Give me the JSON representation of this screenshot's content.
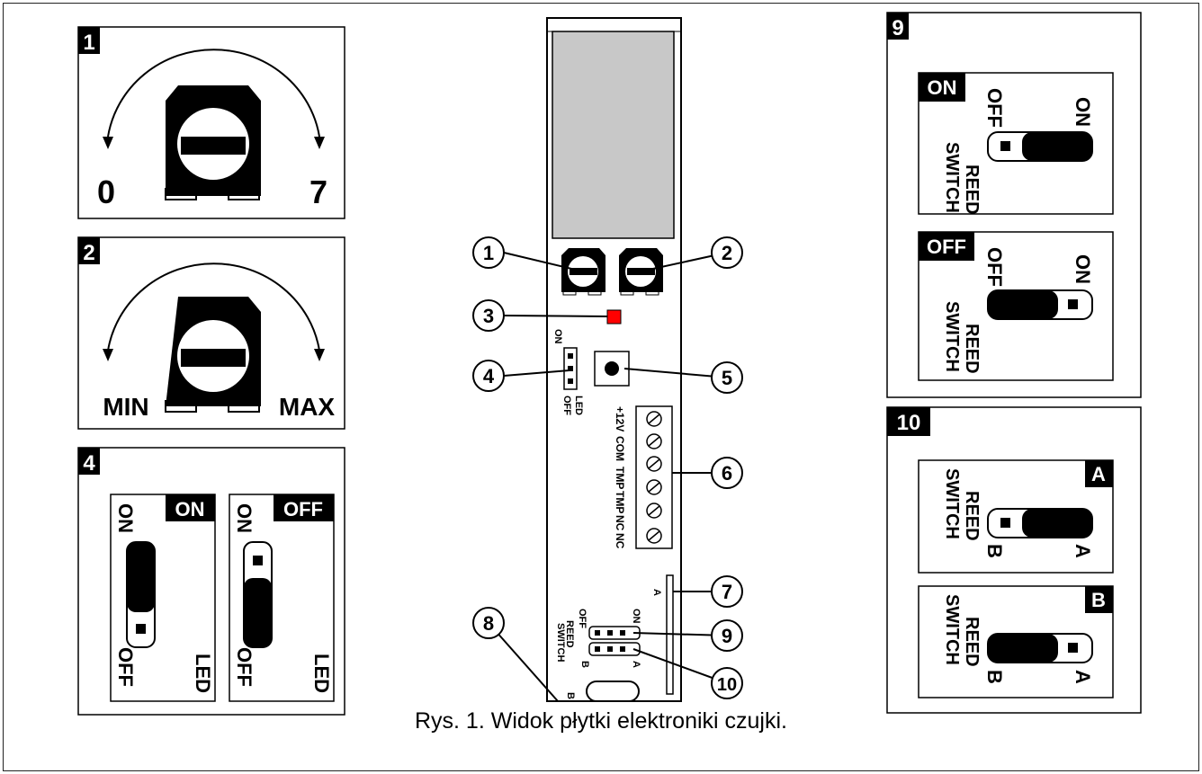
{
  "caption": "Rys. 1. Widok płytki elektroniki czujki.",
  "panel1": {
    "number": "1",
    "min_label": "0",
    "max_label": "7"
  },
  "panel2": {
    "number": "2",
    "min_label": "MIN",
    "max_label": "MAX"
  },
  "panel4": {
    "number": "4",
    "on_tag": "ON",
    "off_tag": "OFF",
    "sw_on": "ON",
    "sw_off": "OFF",
    "sw_name": "LED"
  },
  "panel9": {
    "number": "9",
    "on_tag": "ON",
    "off_tag": "OFF",
    "sw_off": "OFF",
    "sw_on": "ON",
    "sw_name1": "REED",
    "sw_name2": "SWITCH"
  },
  "panel10": {
    "number": "10",
    "a_tag": "A",
    "b_tag": "B",
    "sw_b": "B",
    "sw_a": "A",
    "sw_name1": "REED",
    "sw_name2": "SWITCH"
  },
  "board": {
    "callouts": [
      "1",
      "2",
      "3",
      "4",
      "5",
      "6",
      "7",
      "8",
      "9",
      "10"
    ],
    "led_jumper_on": "ON",
    "led_jumper_off": "OFF",
    "led_jumper_name": "LED",
    "terminals": [
      "+12V",
      "COM",
      "TMP",
      "TMP",
      "NC",
      "NC"
    ],
    "label_a": "A",
    "label_b": "B",
    "reed_off": "OFF",
    "reed_on": "ON",
    "reed_name1": "REED",
    "reed_name2": "SWITCH",
    "reed_b": "B",
    "reed_a": "A"
  },
  "colors": {
    "led": "#ff0000",
    "display": "#c8c8c8",
    "ink": "#000000"
  }
}
